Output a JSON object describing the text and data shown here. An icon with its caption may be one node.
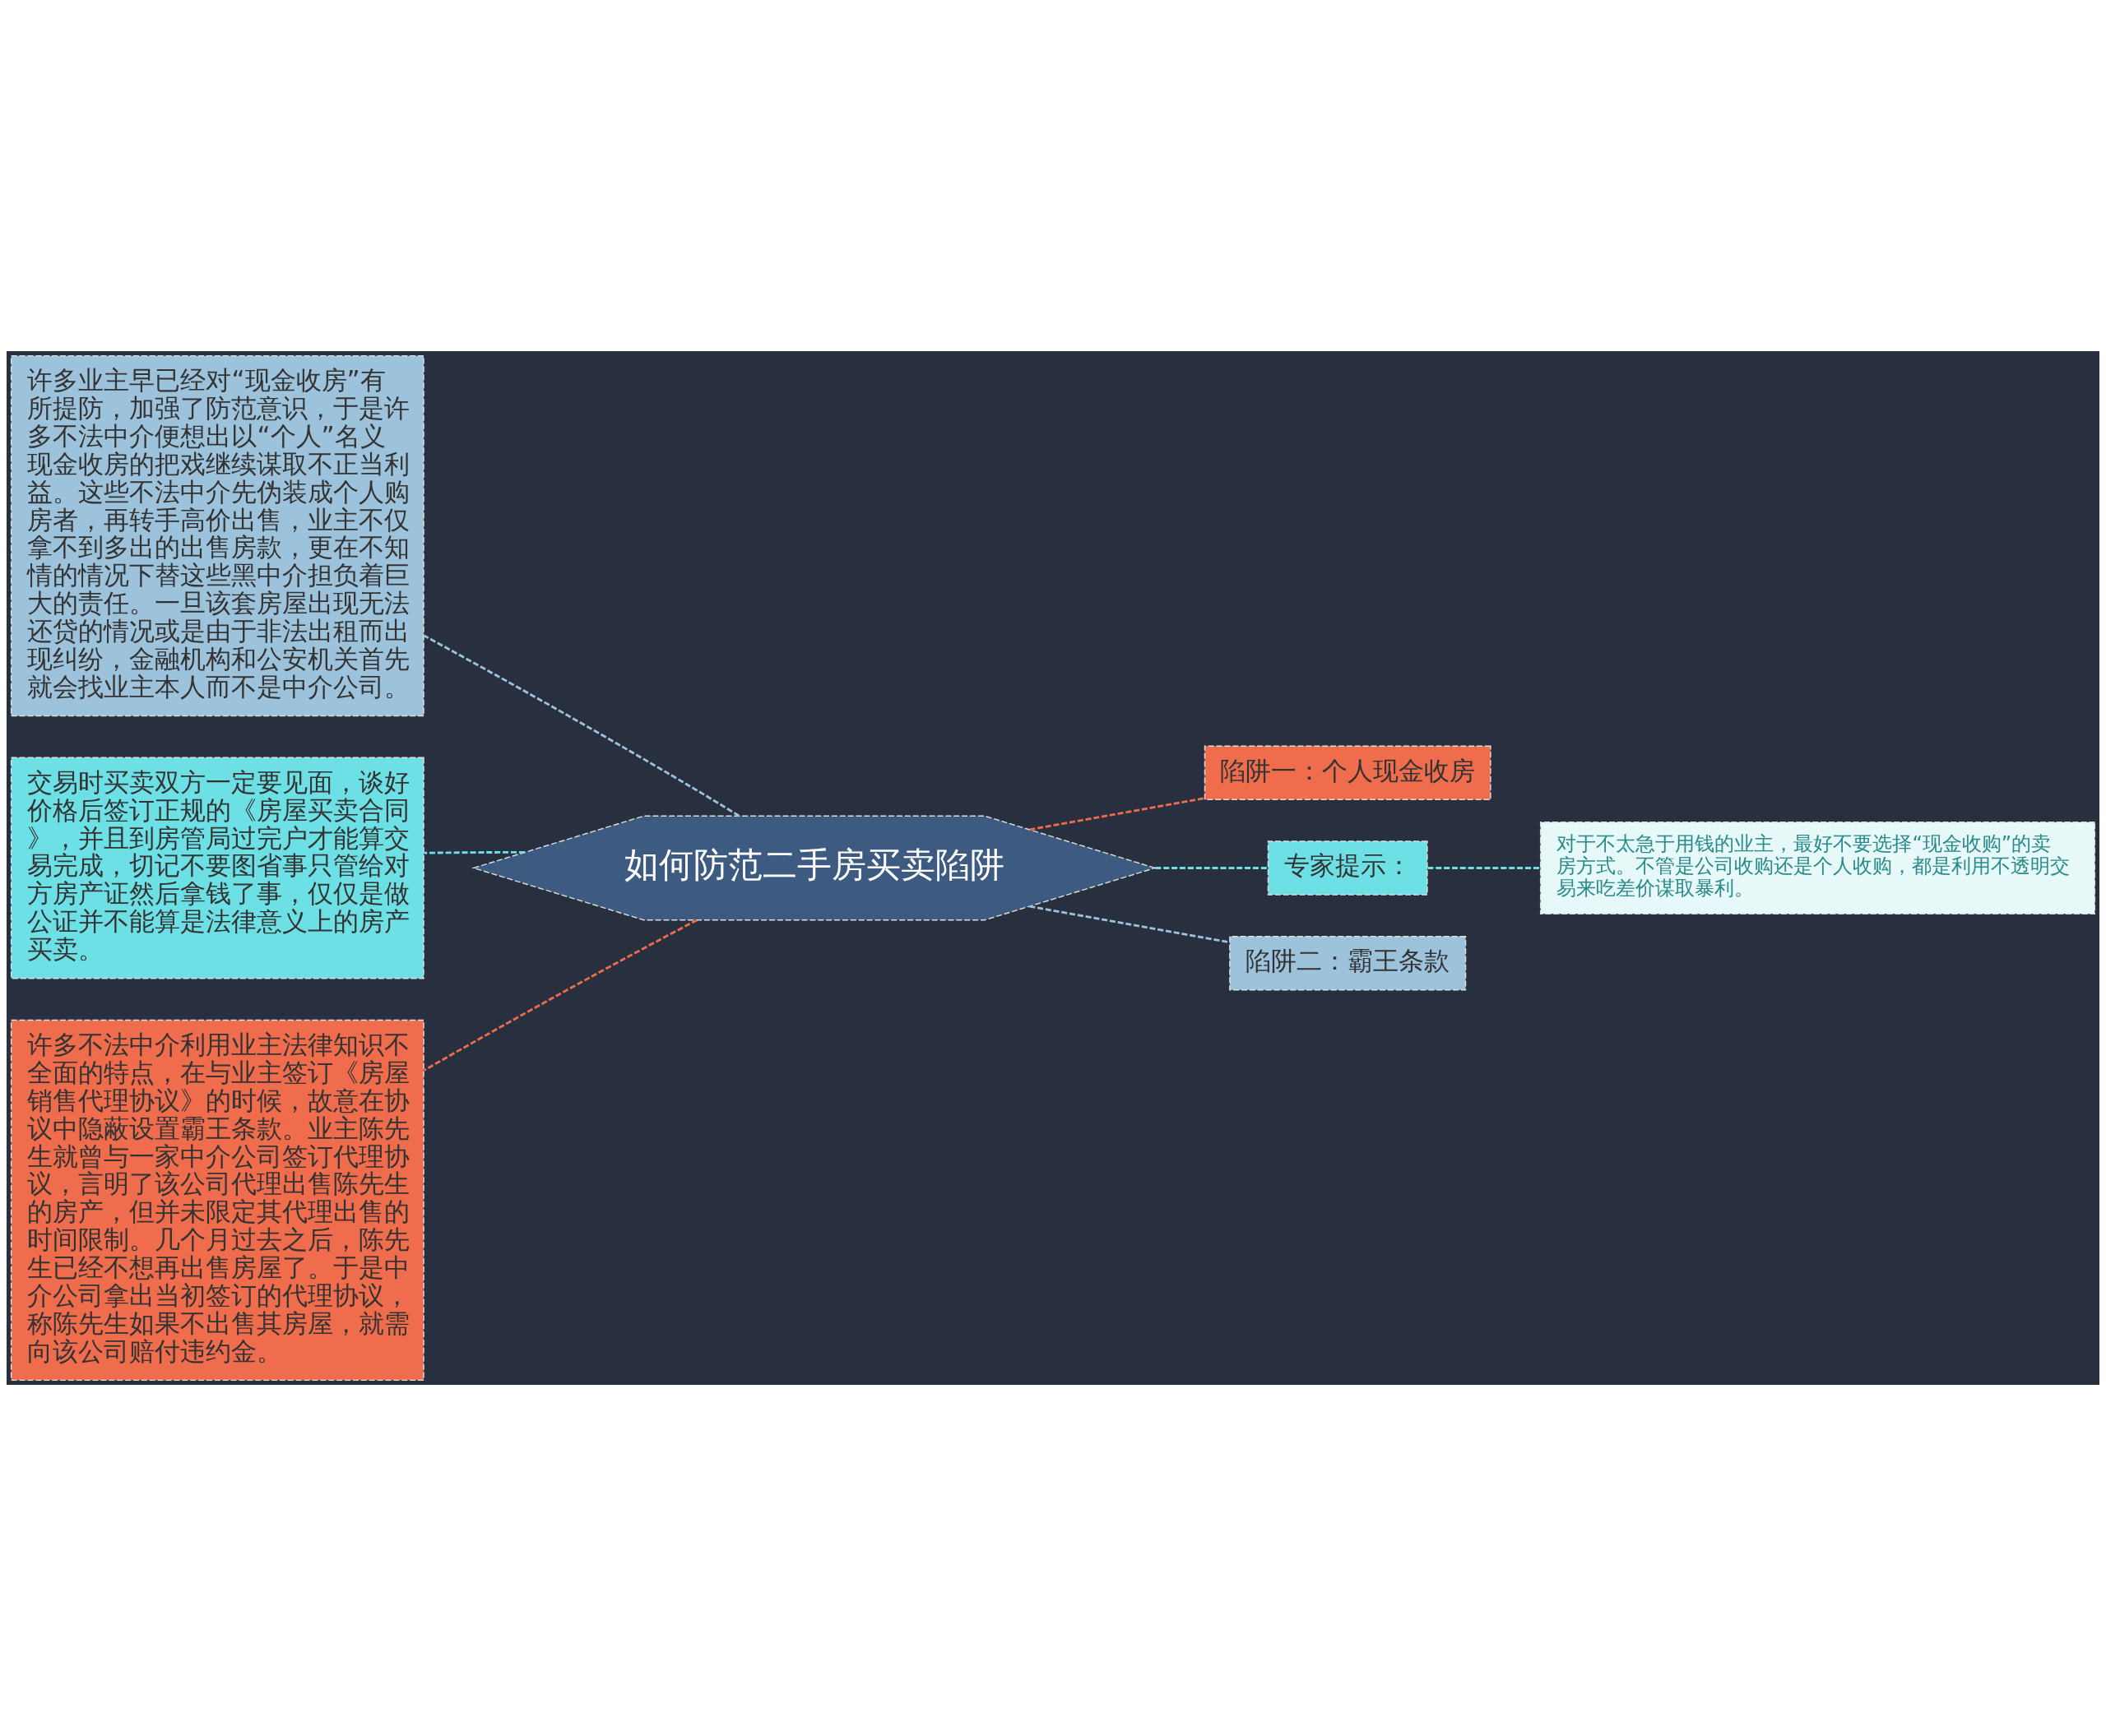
{
  "diagram": {
    "nodes": [
      {
        "text": [
          "如何防范二手房买卖陷阱"
        ]
      },
      {
        "text": [
          "许多业主早已经对“现金收房”有所提防，加强了防范意识，于是许多不法中介便想出以“个人”名义现金收房的把戏继续谋取不正当利益。这些不法中介先伪装成个人购房者，再转手高价出售，业主不仅拿不到多出的出售房款，更在不知情的情况下替这些黑中介担负着巨大的责任。一旦该套房屋出现无法还贷的情况或是由于非法出租而出现纠纷，金融机构和公安机关首先就会找业主本人而不是中介公司。"
        ]
      },
      {
        "text": [
          "交易时买卖双方一定要见面，谈好价格后签订正规的《房屋买卖合同》，并且到房管局过完户才能算交易完成，切记不要图省事只管给对方房产证然后拿钱了事，仅仅是做公证并不能算是法律意义上的房产买卖。"
        ]
      },
      {
        "text": [
          "许多不法中介利用业主法律知识不全面的特点，在与业主签订《房屋销售代理协议》的时候，故意在协议中隐蔽设置霸王条款。业主陈先生就曾与一家中介公司签订代理协议，言明了该公司代理出售陈先生的房产，但并未限定其代理出售的时间限制。几个月过去之后，陈先生已经不想再出售房屋了。于是中介公司拿出当初签订的代理协议，称陈先生如果不出售其房屋，就需向该公司赔付违约金。"
        ]
      },
      {
        "text": [
          "陷阱一：个人现金收房"
        ]
      },
      {
        "text": [
          "专家提示："
        ]
      },
      {
        "text": [
          "对于不太急于用钱的业主，最好不要选择“现金收购”的卖房方式。不管是公司收购还是个人收购，都是利用不透明交易来吃差价谋取暴利。"
        ]
      },
      {
        "text": [
          "陷阱二：霸王条款"
        ]
      }
    ],
    "edges": [
      {
        "from": 0,
        "to": 1,
        "arrow": "none",
        "style": "dashed",
        "color": "#9dc3dc"
      },
      {
        "from": 0,
        "to": 2,
        "arrow": "none",
        "style": "dashed",
        "color": "#6de0e6"
      },
      {
        "from": 0,
        "to": 3,
        "arrow": "none",
        "style": "dashed",
        "color": "#ef6c4c"
      },
      {
        "from": 0,
        "to": 4,
        "arrow": "none",
        "style": "dashed",
        "color": "#ef6c4c"
      },
      {
        "from": 0,
        "to": 5,
        "arrow": "none",
        "style": "dashed",
        "color": "#6de0e6"
      },
      {
        "from": 5,
        "to": 6,
        "arrow": "none",
        "style": "dashed",
        "color": "#6de0e6"
      },
      {
        "from": 0,
        "to": 7,
        "arrow": "none",
        "style": "dashed",
        "color": "#9dc3dc"
      }
    ]
  }
}
